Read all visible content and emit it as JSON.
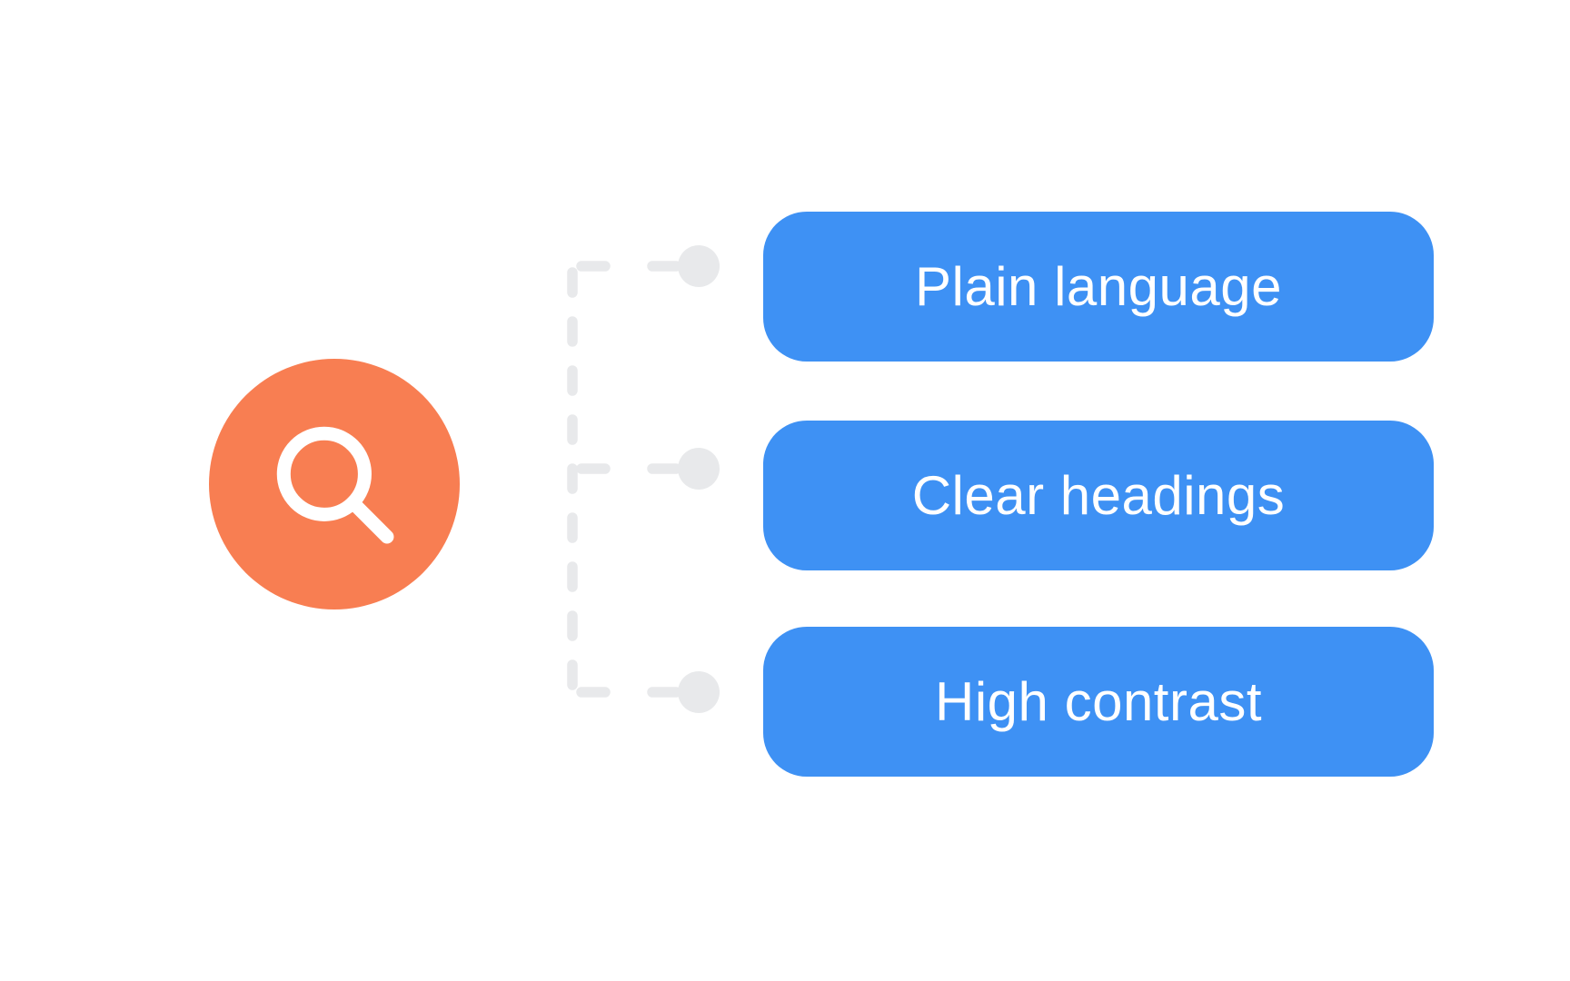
{
  "diagram": {
    "hub": {
      "icon": "search-icon",
      "color": "#F87E52",
      "icon_color": "#FFFFFF"
    },
    "nodes": [
      {
        "label": "Plain language"
      },
      {
        "label": "Clear headings"
      },
      {
        "label": "High contrast"
      }
    ],
    "node_color": "#3E91F4",
    "node_text_color": "#FFFFFF",
    "connector_color": "#E8E9EB",
    "background_color": "#FFFFFF"
  }
}
